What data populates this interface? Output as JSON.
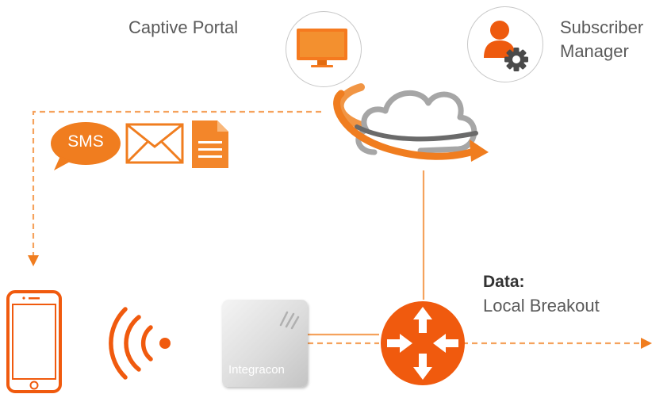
{
  "nodes": {
    "captive_portal": "Captive Portal",
    "subscriber_manager_line1": "Subscriber",
    "subscriber_manager_line2": "Manager",
    "sms": "SMS",
    "access_point_brand": "Integracon"
  },
  "data_path": {
    "heading": "Data:",
    "text": "Local Breakout"
  },
  "colors": {
    "accent": "#f07d1f",
    "accent_dark": "#e05a00",
    "gray_line": "#c8c8c8",
    "text": "#5a5a5a"
  }
}
